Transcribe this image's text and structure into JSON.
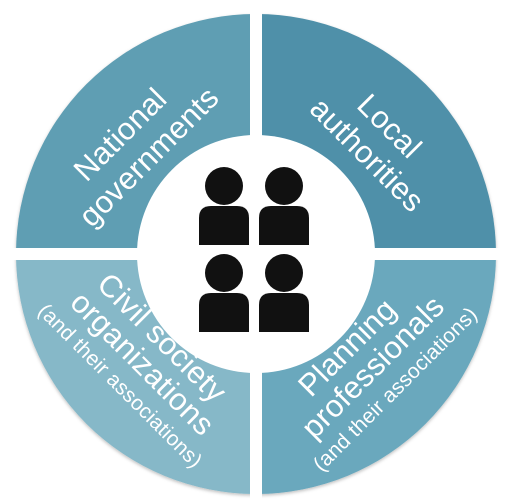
{
  "diagram": {
    "segments": [
      {
        "id": "national-governments",
        "lines": [
          "National",
          "governments"
        ],
        "sub": [],
        "color": "#5f9eb3"
      },
      {
        "id": "local-authorities",
        "lines": [
          "Local",
          "authorities"
        ],
        "sub": [],
        "color": "#4f90a9"
      },
      {
        "id": "civil-society",
        "lines": [
          "Civil society",
          "organizations"
        ],
        "sub": [
          "(and their associations)"
        ],
        "color": "#86b8c8"
      },
      {
        "id": "planning-professionals",
        "lines": [
          "Planning",
          "professionals"
        ],
        "sub": [
          "(and their associations)"
        ],
        "color": "#6aa8bd"
      }
    ],
    "center_icon": "group-of-people-icon",
    "colors": {
      "center": "#ffffff",
      "icon": "#111111"
    }
  }
}
